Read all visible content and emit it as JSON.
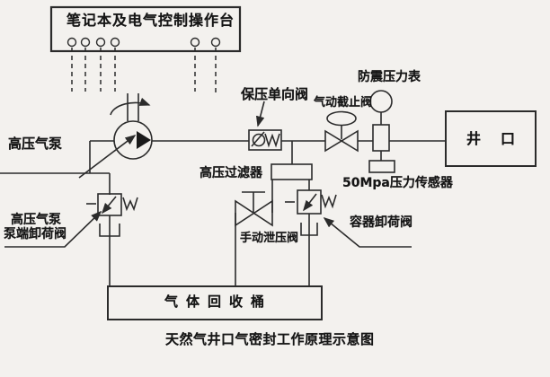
{
  "title": "天然气井口气密封工作原理示意图",
  "labels": {
    "console": "笔记本及电气控制操作台",
    "pump": "高压气泵",
    "pump_unload_1": "高压气泵",
    "pump_unload_2": "泵端卸荷阀",
    "check_valve": "保压单向阀",
    "filter": "高压过滤器",
    "pneumatic_valve": "气动截止阀",
    "gauge": "防震压力表",
    "sensor": "50Mpa压力传感器",
    "wellhead": "井口",
    "manual_relief": "手动泄压阀",
    "container_unload": "容器卸荷阀",
    "tank": "气体回收桶",
    "caption": "天然气井口气密封工作原理示意图"
  },
  "colors": {
    "line": "#2b2b2b",
    "text": "#161616",
    "background": "#f3f1ee",
    "symbol_fill": "#1a1a1a"
  },
  "icons": {
    "pump_symbol": "circle-with-triangle-pump",
    "spring_symbol": "zigzag-spring",
    "valve_symbol": "bowtie-valve",
    "gauge_symbol": "circular-pressure-gauge"
  }
}
